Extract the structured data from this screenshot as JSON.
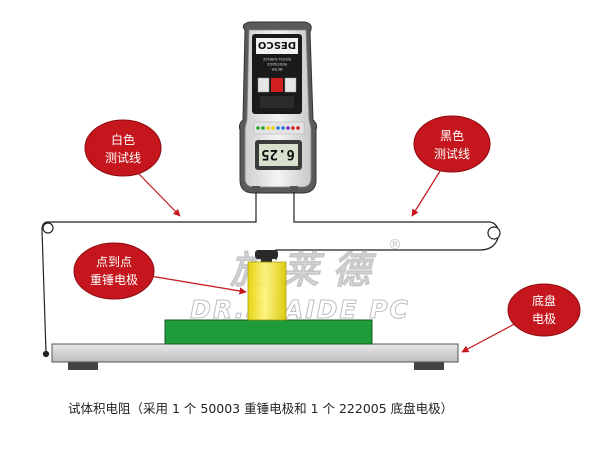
{
  "meter": {
    "brand": "DESCO",
    "model_line1": "DIGITAL SURFACE",
    "model_line2": "RESISTANCE",
    "model_line3": "METER",
    "reading": "6.25"
  },
  "labels": {
    "white_lead": [
      "白色",
      "测试线"
    ],
    "black_lead": [
      "黑色",
      "测试线"
    ],
    "point_weight": [
      "点到点",
      "重锤电极"
    ],
    "base_plate": [
      "底盘",
      "电极"
    ]
  },
  "watermark": {
    "chinese": "施 莱 德",
    "latin": "DR.SLAIDE PC",
    "registered": "®"
  },
  "caption": "试体积电阻（采用 1 个 50003 重锤电极和 1 个 222005 底盘电极）",
  "colors": {
    "bubble_red": "#c4161c",
    "weight_yellow": "#f5e50a",
    "board_green": "#1f9c3a",
    "plate_gray": "#d4d4d4"
  }
}
